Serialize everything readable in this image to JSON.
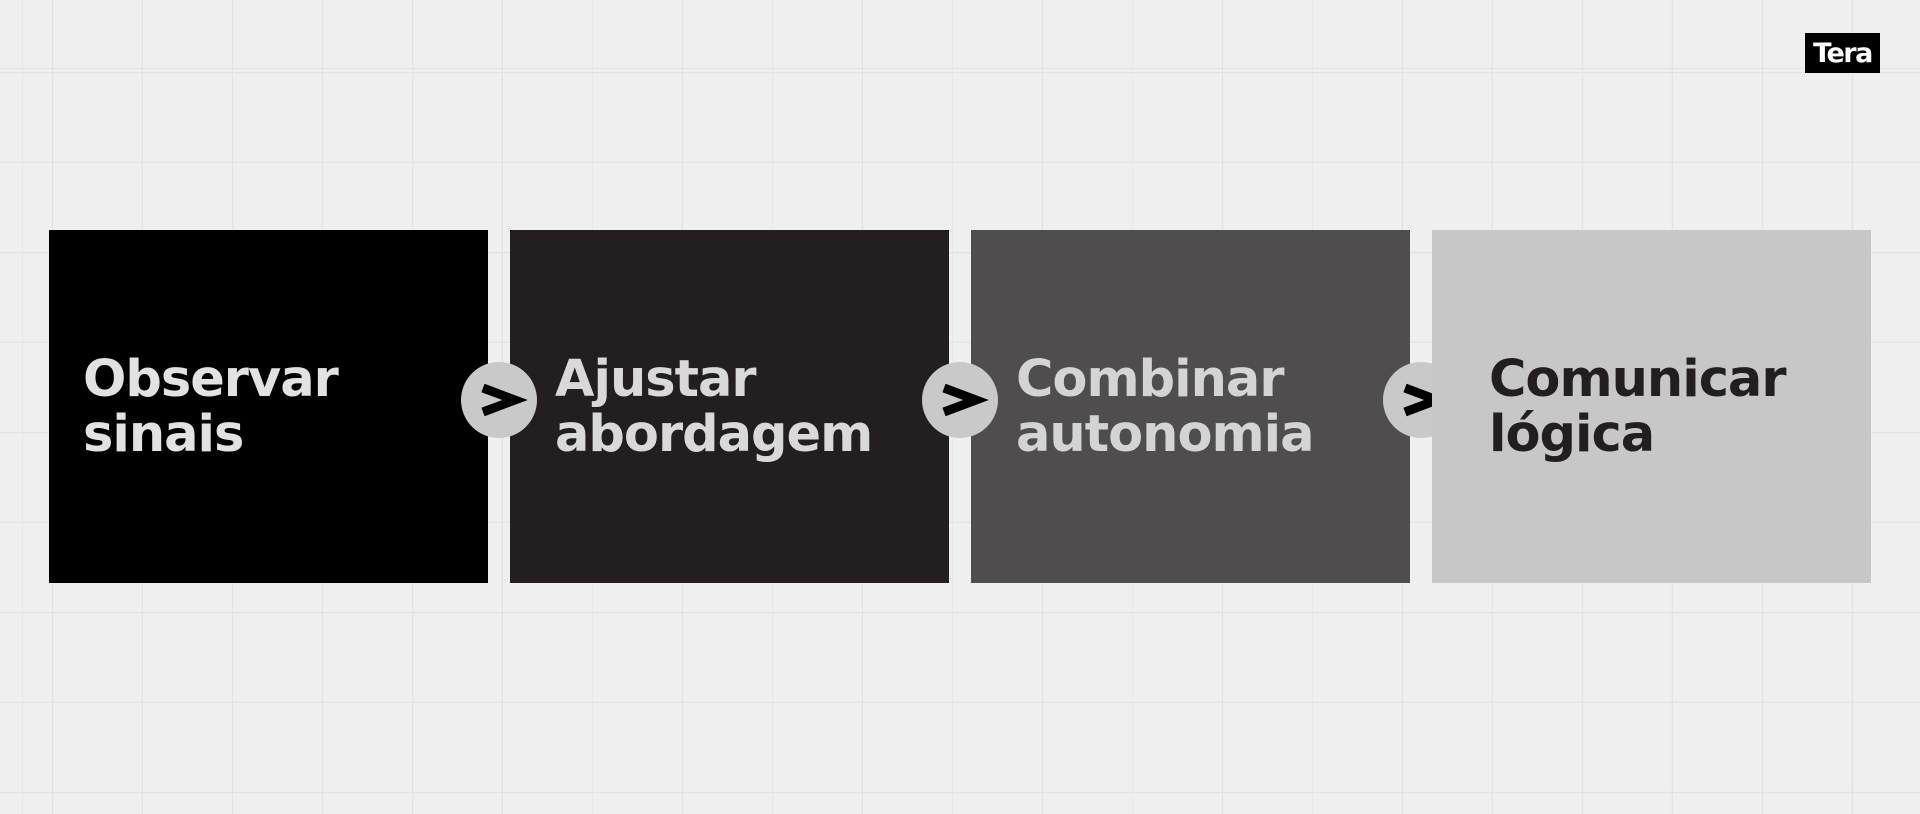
{
  "brand": {
    "logo_text": "Tera"
  },
  "steps": [
    {
      "line1": "Observar",
      "line2": "sinais",
      "bg": "#000000",
      "text_color": "#e2e2e2"
    },
    {
      "line1": "Ajustar",
      "line2": "abordagem",
      "bg": "#231f20",
      "text_color": "#d9d9d9"
    },
    {
      "line1": "Combinar",
      "line2": "autonomia",
      "bg": "#504d4e",
      "text_color": "#d4d4d4"
    },
    {
      "line1": "Comunicar",
      "line2": "lógica",
      "bg": "#c7c7c7",
      "text_color": "#231f20"
    }
  ],
  "connectors": [
    {
      "icon": "chevron-right-icon",
      "color": "#c9c9c9"
    },
    {
      "icon": "chevron-right-icon",
      "color": "#c9c9c9"
    },
    {
      "icon": "chevron-right-icon",
      "color": "#c9c9c9"
    }
  ]
}
